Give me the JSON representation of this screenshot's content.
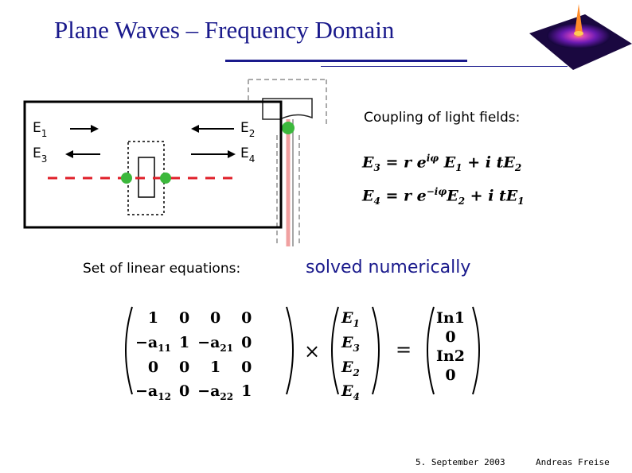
{
  "slide": {
    "title": "Plane Waves – Frequency Domain",
    "coupling_text": "Coupling of light fields:",
    "linear_text": "Set of linear equations:",
    "solved_text": "solved numerically",
    "footer_date": "5. September 2003",
    "footer_author": "Andreas Freise"
  },
  "diagram": {
    "labels": {
      "e1": "E",
      "e1_sub": "1",
      "e3": "E",
      "e3_sub": "3",
      "e2": "E",
      "e2_sub": "2",
      "e4": "E",
      "e4_sub": "4"
    },
    "colors": {
      "beam": "#e0202a",
      "node": "#3cb83c",
      "box": "#000000",
      "mirror_line": "#f2a0a0"
    }
  },
  "equations": {
    "eq1": {
      "lhs": "E",
      "lhs_sub": "3",
      "rhs_a": "= r e",
      "exp": "iφ",
      "rhs_b": " E",
      "rhs_b_sub": "1",
      "rhs_c": " + i tE",
      "rhs_c_sub": "2"
    },
    "eq2": {
      "lhs": "E",
      "lhs_sub": "4",
      "rhs_a": "= r e",
      "exp": "−iφ",
      "rhs_b": "E",
      "rhs_b_sub": "2",
      "rhs_c": " + i tE",
      "rhs_c_sub": "1"
    }
  },
  "matrix": {
    "rows": [
      [
        "1",
        "0",
        "0",
        "0"
      ],
      [
        "−a",
        "1",
        "−a",
        "0"
      ],
      [
        "0",
        "0",
        "1",
        "0"
      ],
      [
        "−a",
        "0",
        "−a",
        "1"
      ]
    ],
    "subs": [
      [
        "",
        "",
        "",
        ""
      ],
      [
        "11",
        "",
        "21",
        ""
      ],
      [
        "",
        "",
        "",
        ""
      ],
      [
        "12",
        "",
        "22",
        ""
      ]
    ],
    "times": "×",
    "equals": "=",
    "vector_left": [
      [
        "E",
        "1"
      ],
      [
        "E",
        "3"
      ],
      [
        "E",
        "2"
      ],
      [
        "E",
        "4"
      ]
    ],
    "vector_right": [
      "In1",
      "0",
      "In2",
      "0"
    ]
  }
}
